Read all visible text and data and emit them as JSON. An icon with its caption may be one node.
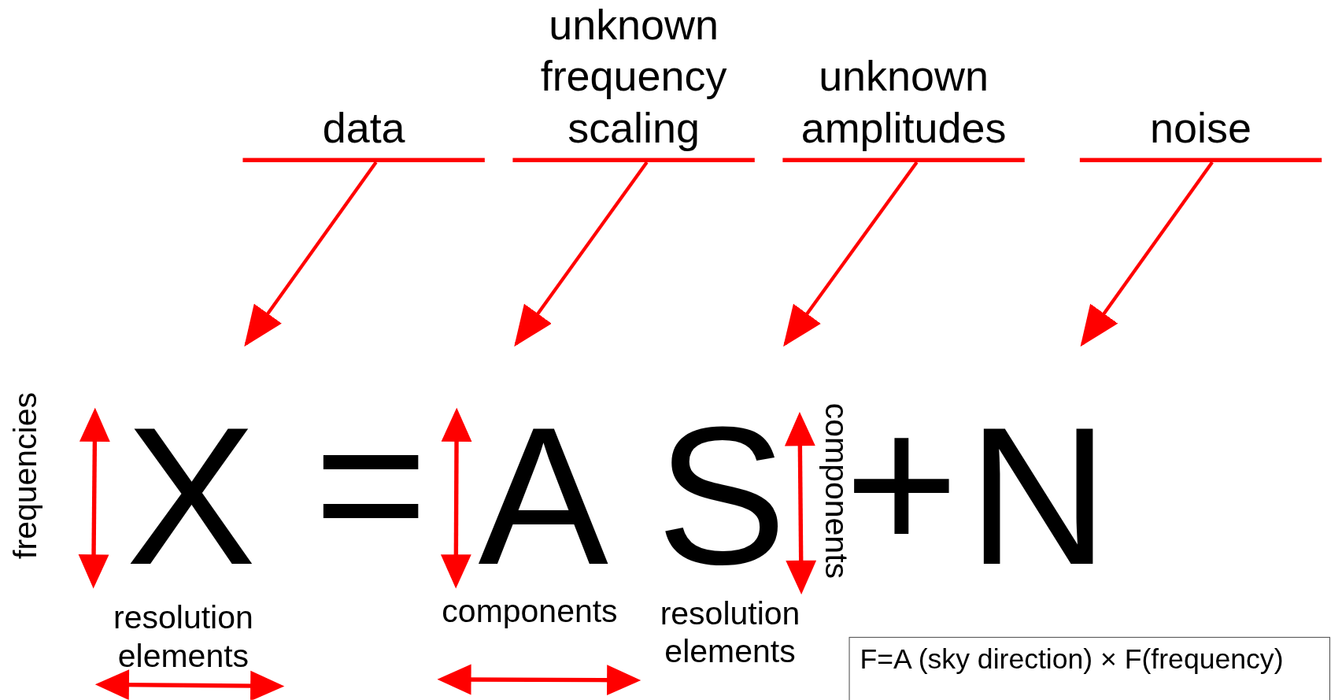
{
  "diagram": {
    "nodes": [
      {
        "text": [
          "data"
        ]
      },
      {
        "text": [
          "unknown frequency scaling"
        ]
      },
      {
        "text": [
          "unknown amplitudes"
        ]
      },
      {
        "text": [
          "noise"
        ]
      },
      {
        "text": [
          "X"
        ]
      },
      {
        "text": [
          "A"
        ]
      },
      {
        "text": [
          "S"
        ]
      },
      {
        "text": [
          "N"
        ]
      },
      {
        "text": [
          "F=A (sky direction) × F(frequency)"
        ]
      }
    ],
    "edges": [
      {
        "from": 0,
        "to": 4,
        "arrow": "to"
      },
      {
        "from": 1,
        "to": 5,
        "arrow": "to"
      },
      {
        "from": 2,
        "to": 6,
        "arrow": "to"
      },
      {
        "from": 3,
        "to": 7,
        "arrow": "to"
      }
    ],
    "labels": [
      "frequencies",
      "=",
      "components",
      "+",
      "resolution elements",
      "components",
      "resolution elements"
    ]
  }
}
